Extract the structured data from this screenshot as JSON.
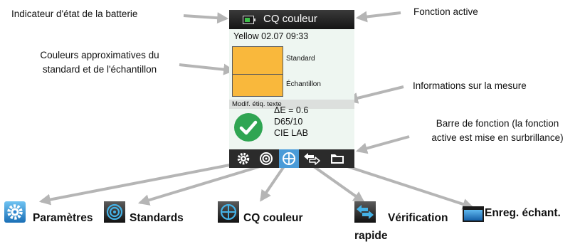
{
  "callouts": {
    "battery": "Indicateur d'état de la batterie",
    "active_function": "Fonction active",
    "colors_line1": "Couleurs approximatives du",
    "colors_line2": "standard et de l'échantillon",
    "measurement_info": "Informations sur la mesure",
    "function_bar_line1": "Barre de fonction (la fonction",
    "function_bar_line2": "active est mise en surbrillance)"
  },
  "screen": {
    "title": "CQ couleur",
    "sample_name": "Yellow 02.07 09:33",
    "standard_label": "Standard",
    "sample_label": "Échantillon",
    "edit_text": "Modif. étiq. texte",
    "delta_e": "ΔE = 0.6",
    "illuminant": "D65/10",
    "color_space": "CIE LAB",
    "swatch_color": "#f9b83c",
    "pass_color": "#2fa552",
    "function_bar": [
      "settings-icon",
      "standards-icon",
      "qc-color-icon",
      "quick-check-icon",
      "save-sample-icon"
    ],
    "active_function_icon": "qc-color-icon"
  },
  "legend": {
    "settings": "Paramètres",
    "standards": "Standards",
    "qc_color": "CQ couleur",
    "quick_check_line1": "Vérification",
    "quick_check_line2": "rapide",
    "save_sample": "Enreg. échant."
  }
}
